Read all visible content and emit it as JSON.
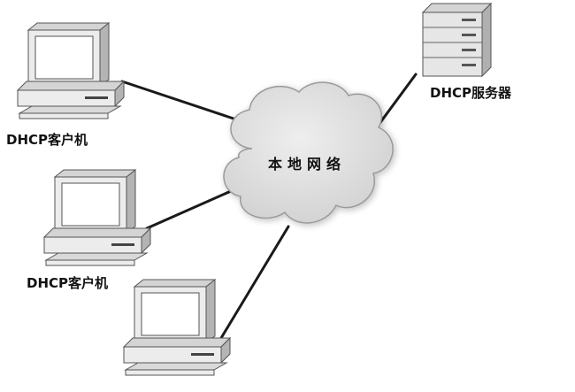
{
  "diagram": {
    "cloud": {
      "label": "本地网络"
    },
    "server": {
      "label": "DHCP服务器"
    },
    "clients": [
      {
        "label": "DHCP客户机"
      },
      {
        "label": "DHCP客户机"
      },
      {
        "label": ""
      }
    ]
  },
  "colors": {
    "cloud_fill": "#dcdcdc",
    "cloud_stroke": "#9a9a9a",
    "link_line": "#1a1a1a",
    "device_face": "#ececec",
    "device_side": "#b8b8b8",
    "device_top": "#d4d4d4",
    "screen": "#ffffff",
    "outline": "#555555"
  }
}
